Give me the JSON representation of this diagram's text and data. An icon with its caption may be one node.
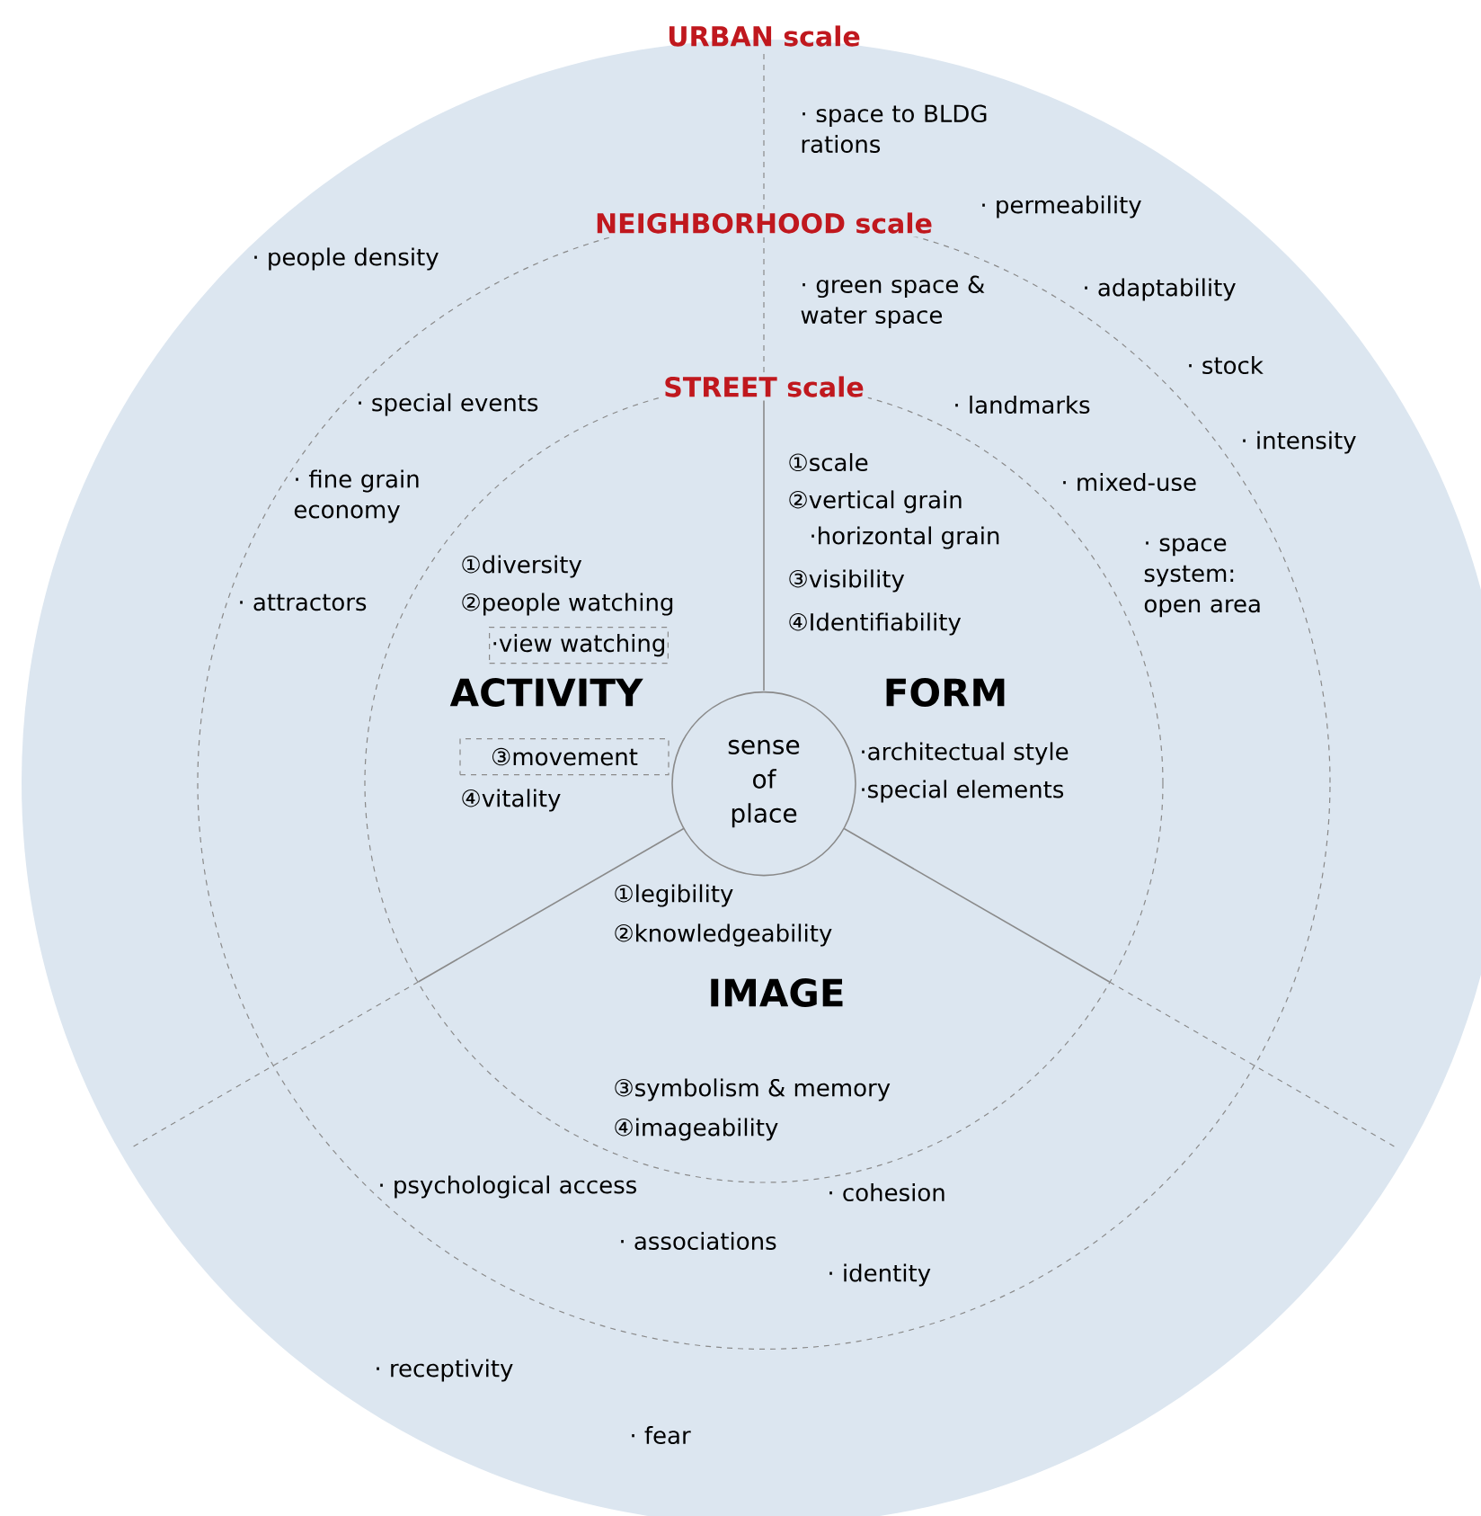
{
  "diagram": {
    "nodes": [
      {
        "text": [
          "URBAN scale"
        ]
      },
      {
        "text": [
          "NEIGHBORHOOD scale"
        ],
        "in": 0
      },
      {
        "text": [
          "STREET scale"
        ],
        "in": 1
      },
      {
        "text": [
          "sense of place"
        ],
        "in": 2
      },
      {
        "text": [
          "·view watching"
        ],
        "in": 2
      },
      {
        "text": [
          "③movement"
        ],
        "in": 2
      }
    ],
    "labels": [
      "· space to BLDG rations",
      "· permeability",
      "· people density",
      "· adaptability",
      "· green space & water space",
      "· stock",
      "· special events",
      "· landmarks",
      "· intensity",
      "· fine grain economy",
      "①scale",
      "· mixed-use",
      "②vertical grain",
      "·horizontal grain",
      "· space system: open area",
      "· attractors",
      "①diversity",
      "②people watching",
      "③visibility",
      "④Identifiability",
      "ACTIVITY",
      "FORM",
      "·architectual style",
      "④vitality",
      "·special elements",
      "①legibility",
      "②knowledgeability",
      "IMAGE",
      "③symbolism & memory",
      "④imageability",
      "· psychological access",
      "· cohesion",
      "· associations",
      "· identity",
      "· receptivity",
      "· fear"
    ]
  }
}
